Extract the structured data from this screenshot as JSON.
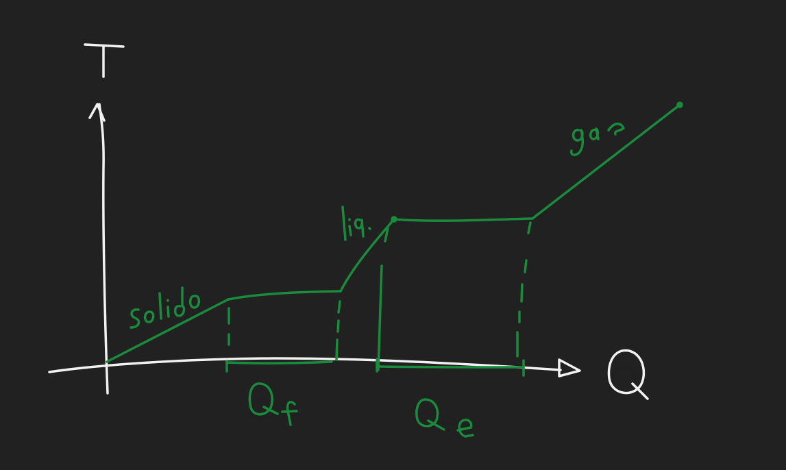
{
  "axes": {
    "y_label": "T",
    "x_label": "Q"
  },
  "phases": {
    "solid": "solido",
    "liquid": "liq.",
    "gas": "gas"
  },
  "heats": {
    "fusion": "Qf",
    "evaporation": "Qe"
  },
  "colors": {
    "background": "#212121",
    "axis": "#f2f2f2",
    "curve": "#1a8a3c"
  }
}
